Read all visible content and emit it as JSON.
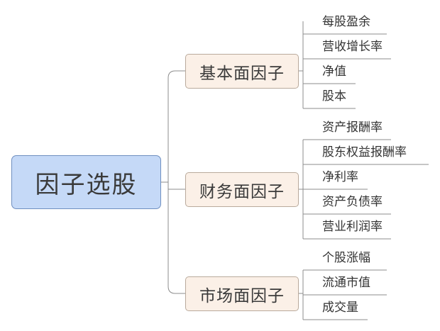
{
  "root": {
    "label": "因子选股"
  },
  "branches": [
    {
      "label": "基本面因子",
      "leaves": [
        "每股盈余",
        "营收增长率",
        "净值",
        "股本"
      ]
    },
    {
      "label": "财务面因子",
      "leaves": [
        "资产报酬率",
        "股东权益报酬率",
        "净利率",
        "资产负债率",
        "营业利润率"
      ]
    },
    {
      "label": "市场面因子",
      "leaves": [
        "个股涨幅",
        "流通市值",
        "成交量"
      ]
    }
  ],
  "colors": {
    "root_fill": "#c5d9f7",
    "root_border": "#6f8fc0",
    "branch_fill": "#fbf0e7",
    "branch_border": "#b9aa9c",
    "connector": "#8c8c8c"
  }
}
